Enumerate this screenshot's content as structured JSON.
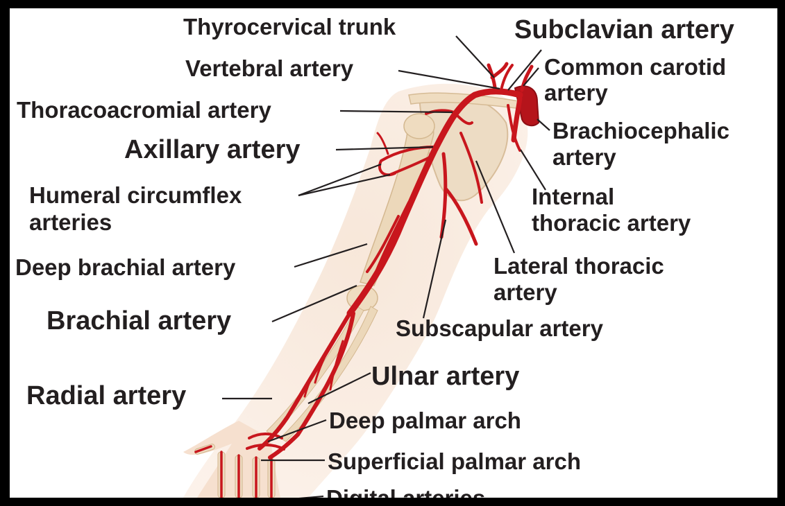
{
  "labels": {
    "thyrocervical": "Thyrocervical trunk",
    "subclavian": "Subclavian artery",
    "vertebral": "Vertebral artery",
    "common_carotid_1": "Common carotid",
    "common_carotid_2": "artery",
    "thoracoacromial": "Thoracoacromial artery",
    "brachiocephalic_1": "Brachiocephalic",
    "brachiocephalic_2": "artery",
    "axillary": "Axillary artery",
    "internal_thoracic_1": "Internal",
    "internal_thoracic_2": "thoracic artery",
    "humeral_1": "Humeral circumflex",
    "humeral_2": "arteries",
    "deep_brachial": "Deep brachial artery",
    "lateral_thoracic_1": "Lateral thoracic",
    "lateral_thoracic_2": "artery",
    "brachial": "Brachial artery",
    "subscapular": "Subscapular artery",
    "ulnar": "Ulnar artery",
    "radial": "Radial artery",
    "deep_palmar": "Deep palmar arch",
    "superficial_palmar": "Superficial palmar arch",
    "digital": "Digital arteries"
  },
  "colors": {
    "artery": "#c8161d",
    "skin": "#f3dccb",
    "bone": "#e9d6b8",
    "leader": "#231f20",
    "label_text": "#231f20"
  }
}
